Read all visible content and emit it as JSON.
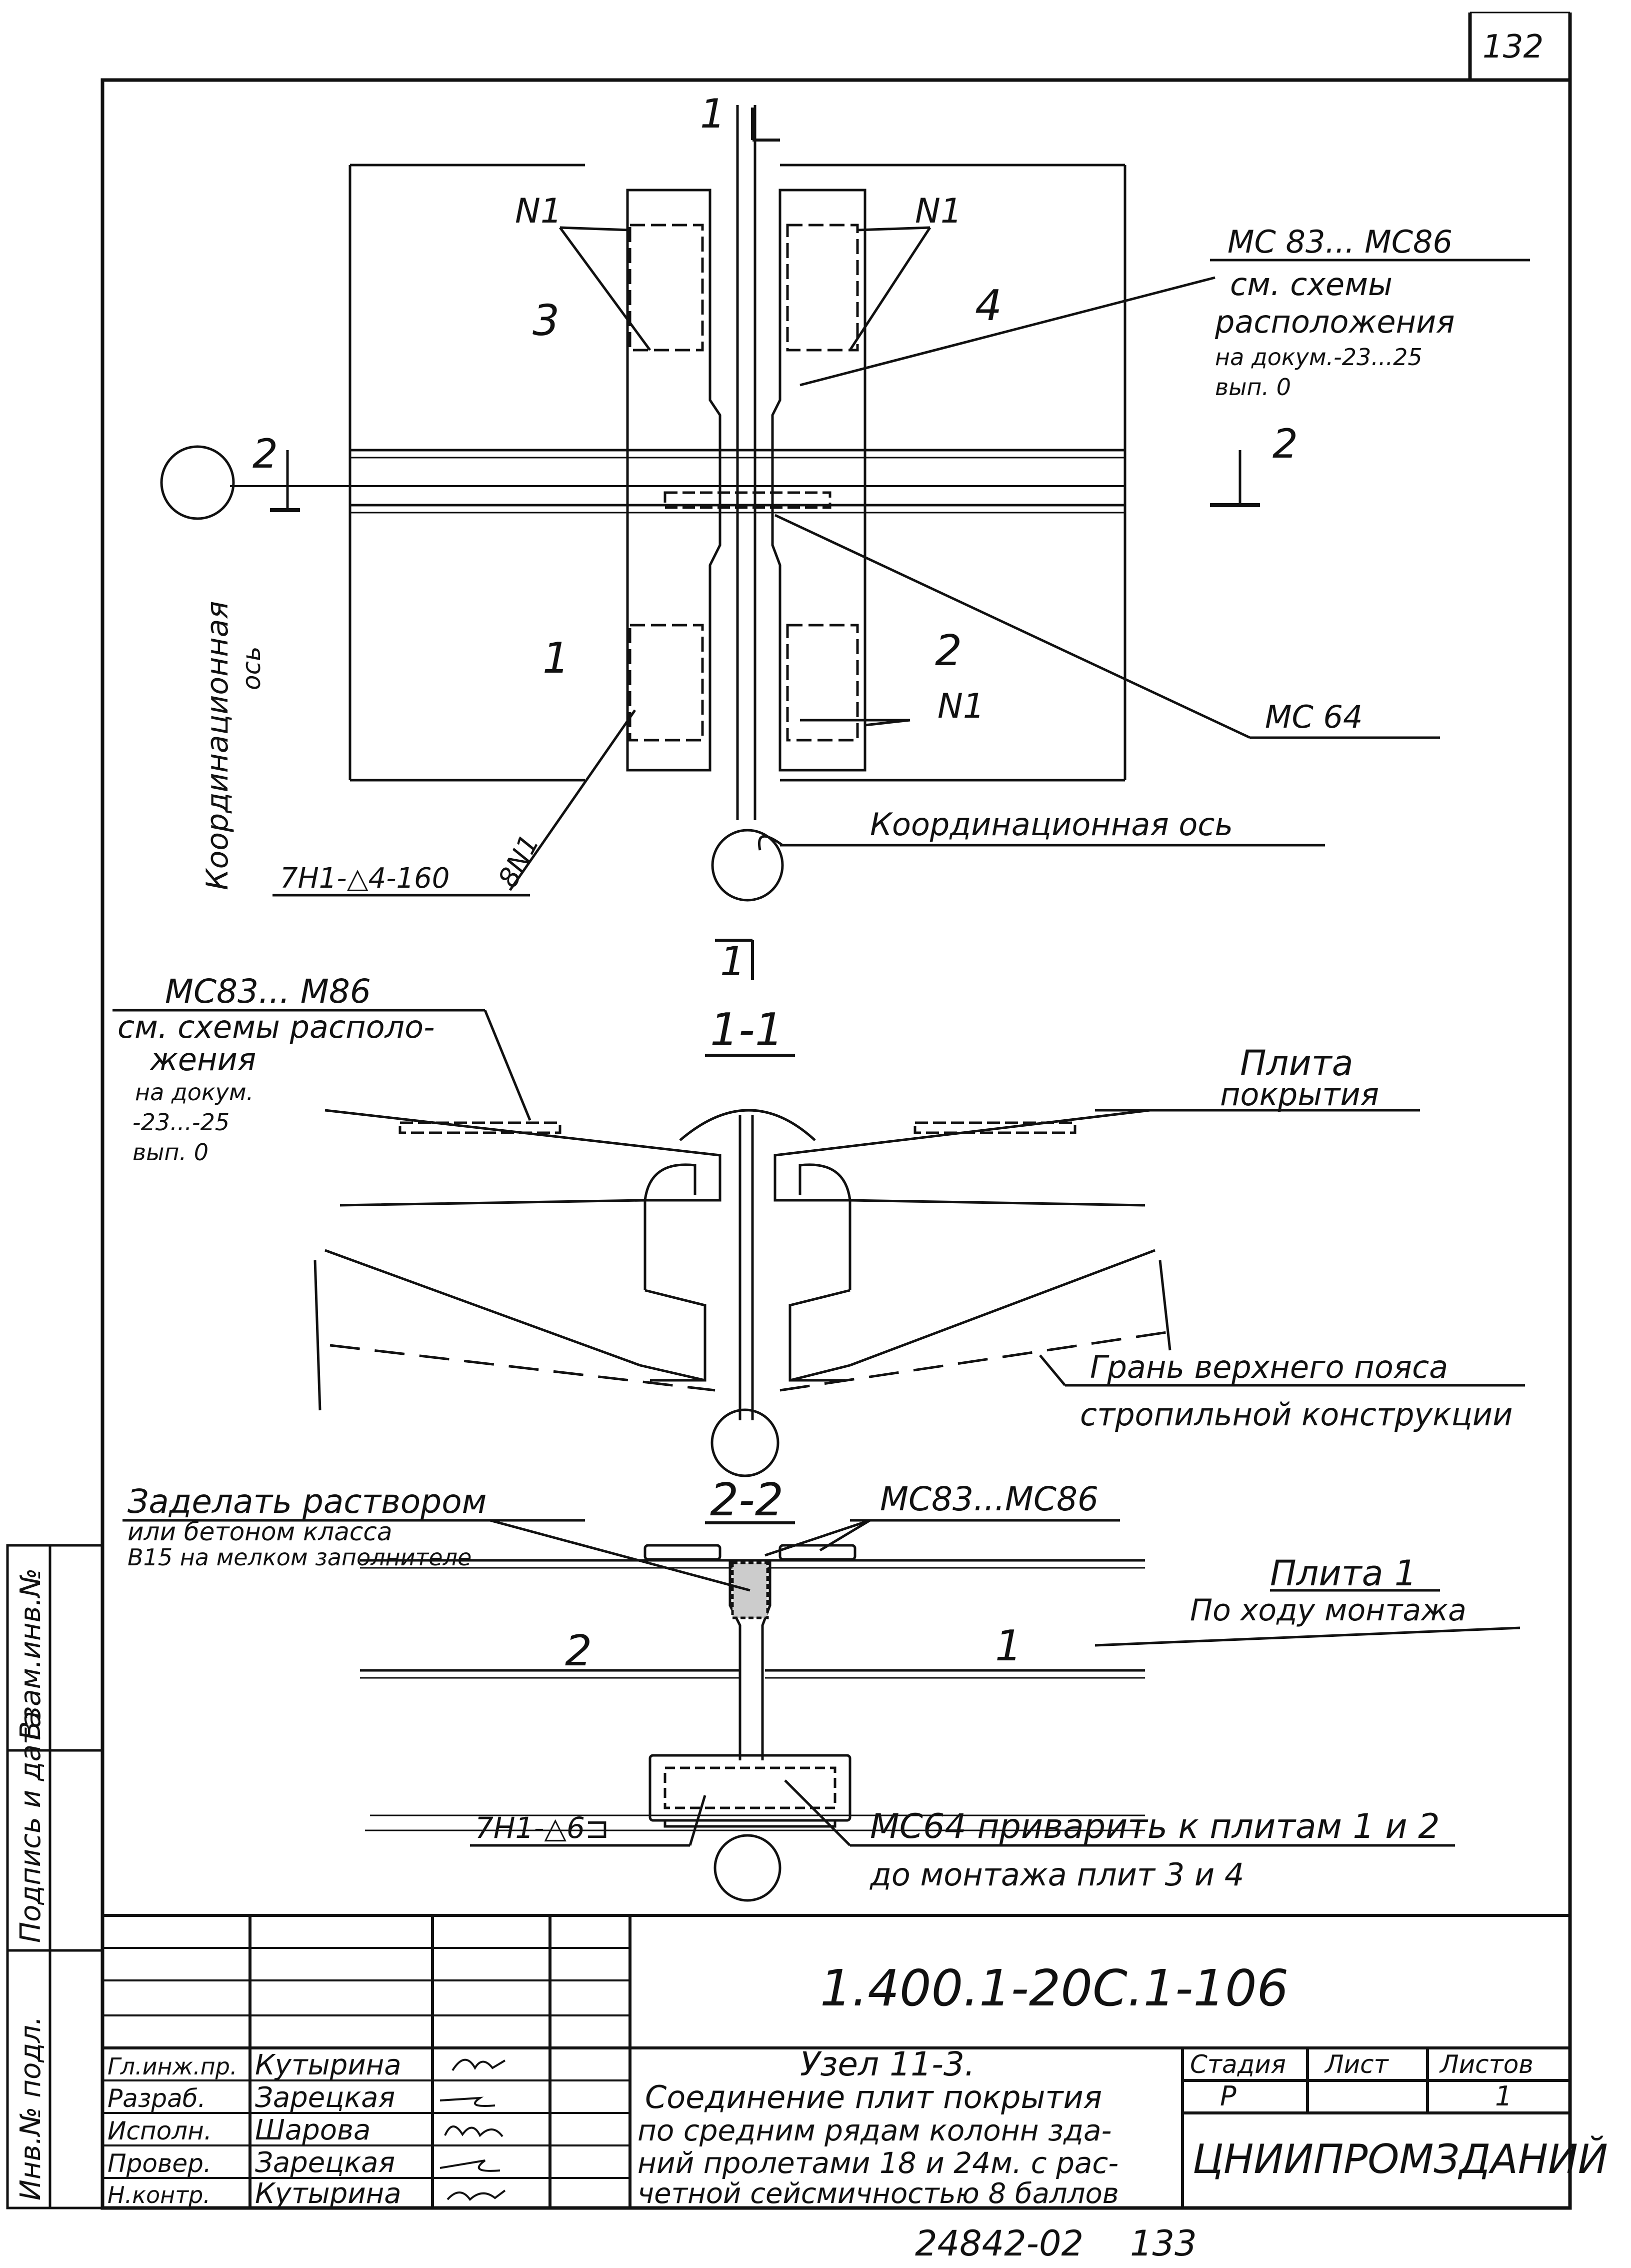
{
  "page_number": "132",
  "plan": {
    "section_mark": "1",
    "section_mark_2": "2",
    "slab_labels": [
      "3",
      "4",
      "1",
      "2"
    ],
    "weld_mark": "N1",
    "embed_top": "МС 83... МС86",
    "embed_top_notes": [
      "см. схемы",
      "расположения",
      "на докум.-23...25",
      "вып. 0"
    ],
    "embed_bottom": "МС 64",
    "axis_label": "Координационная ось",
    "axis_label_vertical_1": "Координационная",
    "axis_label_vertical_2": "ось",
    "weld_symbol": "7Н1-△4-160",
    "weld_count": "8N1"
  },
  "section_1": {
    "title": "1-1",
    "embed": "МС83... М86",
    "embed_notes": [
      "см. схемы располо-",
      "жения",
      "на докум.",
      "-23...-25",
      "вып. 0"
    ],
    "slab_label_1": "Плита",
    "slab_label_2": "покрытия",
    "truss_label_1": "Грань верхнего пояса",
    "truss_label_2": "стропильной конструкции"
  },
  "section_2": {
    "title": "2-2",
    "fill_note_1": "Заделать раствором",
    "fill_note_2": "или бетоном класса",
    "fill_note_3": "В15 на мелком заполнителе",
    "embed": "МС83...МС86",
    "slab_left": "2",
    "slab_right": "1",
    "slab_note_1": "Плита 1",
    "slab_note_2": "По ходу монтажа",
    "weld_symbol": "7Н1-△6⊐",
    "weld_note_1": "МС64 приварить к плитам 1 и 2",
    "weld_note_2": "до монтажа плит 3 и 4"
  },
  "side_stamp": {
    "cells": [
      "Инв.№ подл.",
      "Подпись и дата",
      "Взам.инв.№"
    ]
  },
  "title_block": {
    "document_code": "1.400.1-20С.1-106",
    "title_lines": [
      "Узел 11-3.",
      "Соединение плит покрытия",
      "по средним рядам колонн зда-",
      "ний пролетами 18 и 24м. с рас-",
      "четной сейсмичностью 8 баллов"
    ],
    "roles": [
      {
        "role": "Гл.инж.пр.",
        "name": "Кутырина"
      },
      {
        "role": "Разраб.",
        "name": "Зарецкая"
      },
      {
        "role": "Исполн.",
        "name": "Шарова"
      },
      {
        "role": "Провер.",
        "name": "Зарецкая"
      },
      {
        "role": "Н.контр.",
        "name": "Кутырина"
      }
    ],
    "stage_header": "Стадия",
    "sheet_header": "Лист",
    "sheets_header": "Листов",
    "stage": "Р",
    "sheet": "",
    "sheets": "1",
    "organization": "ЦНИИПРОМЗДАНИЙ"
  },
  "footer": {
    "archive_number": "24842-02",
    "archive_page": "133"
  }
}
